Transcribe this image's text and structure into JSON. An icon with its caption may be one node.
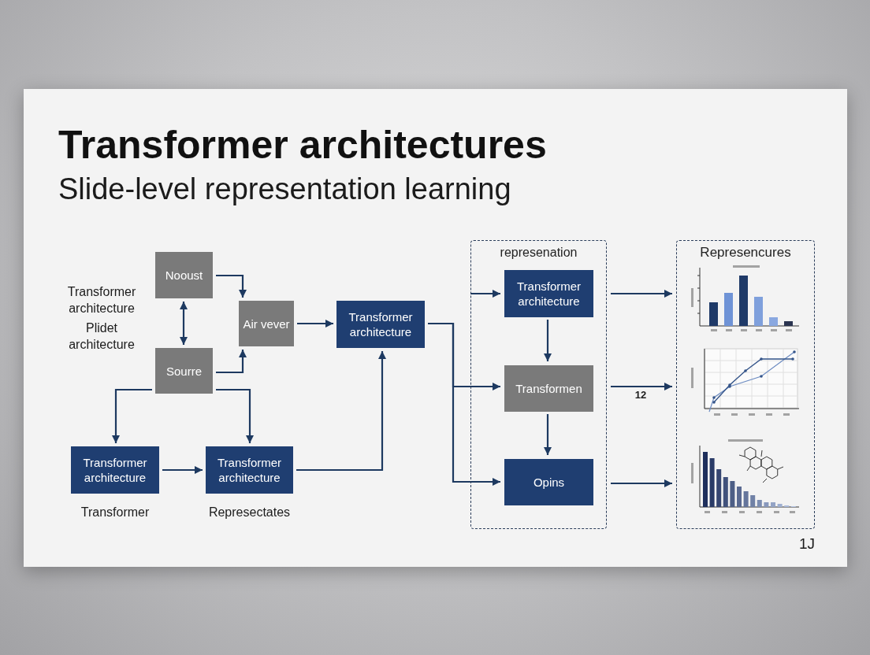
{
  "diagram": {
    "title": "Transformer architectures",
    "nodes": [
      {
        "text": [
          "Nooust"
        ]
      },
      {
        "text": [
          "Air vever"
        ]
      },
      {
        "text": [
          "Transformer architecture"
        ]
      },
      {
        "text": [
          "Sourre"
        ]
      },
      {
        "text": [
          "Transformer architecture"
        ],
        "beside": [
          "Transformer"
        ]
      },
      {
        "text": [
          "Transformer architecture"
        ],
        "beside": [
          "Represectates"
        ]
      },
      {
        "text": [
          "represenation"
        ]
      },
      {
        "text": [
          "Transformer architecture"
        ],
        "in": 6
      },
      {
        "text": [
          "Transformen"
        ],
        "in": 6
      },
      {
        "text": [
          "Opins"
        ],
        "in": 6
      },
      {
        "text": [
          "Represencures"
        ]
      }
    ],
    "edges": [
      {
        "from": 0,
        "to": 1,
        "arrow": "to"
      },
      {
        "from": 0,
        "to": 3,
        "arrow": "both"
      },
      {
        "from": 3,
        "to": 1,
        "arrow": "to"
      },
      {
        "from": 1,
        "to": 2,
        "arrow": "to"
      },
      {
        "from": 3,
        "to": 4,
        "arrow": "to"
      },
      {
        "from": 3,
        "to": 5,
        "arrow": "to"
      },
      {
        "from": 4,
        "to": 5,
        "arrow": "to"
      },
      {
        "from": 5,
        "to": 2,
        "arrow": "to"
      },
      {
        "from": 2,
        "to": 8,
        "arrow": "to"
      },
      {
        "from": 2,
        "to": 9,
        "arrow": "to"
      },
      {
        "from": null,
        "to": 7,
        "arrow": "to"
      },
      {
        "from": 7,
        "to": 8,
        "arrow": "to"
      },
      {
        "from": 8,
        "to": 9,
        "arrow": "to"
      },
      {
        "from": 6,
        "to": 10,
        "arrow": "to"
      },
      {
        "from": 6,
        "to": 10,
        "arrow": "to"
      },
      {
        "from": 6,
        "to": 10,
        "arrow": "to"
      }
    ],
    "labels": [
      "Slide-level representation learning",
      "Transformer architecture",
      "Plidet architecture",
      "12",
      "1J"
    ]
  }
}
